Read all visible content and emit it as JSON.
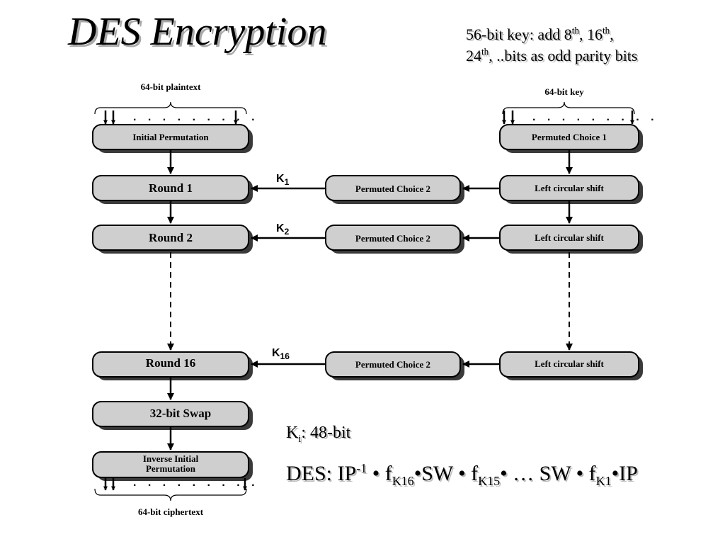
{
  "slide": {
    "title": "DES Encryption",
    "key_note": {
      "line1": [
        "56-bit key: add 8",
        "th",
        ", 16",
        "th",
        ","
      ],
      "line2": [
        "24",
        "th",
        ", ..bits as odd parity bits"
      ]
    },
    "ki_note": [
      "K",
      "i",
      ": 48-bit"
    ],
    "formula": [
      "DES: IP",
      "-1",
      " • f",
      "K16",
      "•SW • f",
      "K15",
      "• … SW • f",
      "K1",
      "•IP"
    ]
  },
  "diagram": {
    "plaintext_label": "64-bit plaintext",
    "key_label": "64-bit key",
    "ciphertext_label": "64-bit ciphertext",
    "dots": ". . . . . . . . .",
    "left_boxes": {
      "ip": "Initial Permutation",
      "round1": "Round 1",
      "round2": "Round 2",
      "round16": "Round 16",
      "swap": "32-bit Swap",
      "iip_line1": "Inverse Initial",
      "iip_line2": "Permutation"
    },
    "right_boxes": {
      "pc1": "Permuted Choice 1",
      "lcs": "Left circular shift"
    },
    "middle_boxes": {
      "pc2": "Permuted Choice 2"
    },
    "subkeys": [
      {
        "letter": "K",
        "index": "1"
      },
      {
        "letter": "K",
        "index": "2"
      },
      {
        "letter": "K",
        "index": "16"
      }
    ]
  }
}
